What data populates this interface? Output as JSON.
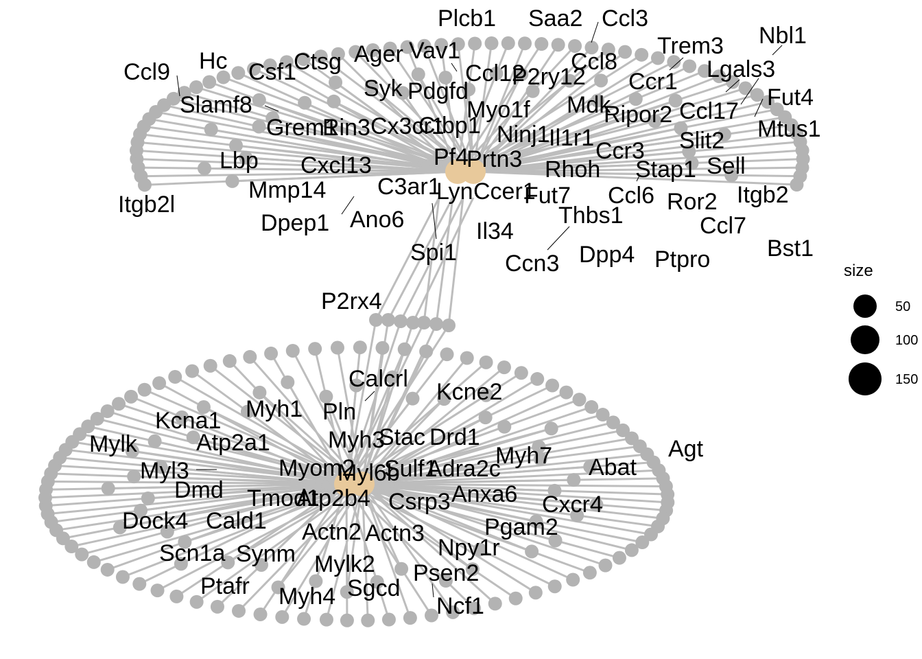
{
  "legend": {
    "title": "size",
    "entries": [
      {
        "label": "50",
        "value": 50
      },
      {
        "label": "100",
        "value": 100
      },
      {
        "label": "150",
        "value": 150
      }
    ]
  },
  "colors": {
    "edge": "#bdbdbd",
    "gene_node": "#b3b3b3",
    "hub_node": "#e8c99b",
    "text": "#000000",
    "background": "#ffffff"
  },
  "clusters": [
    {
      "id": "immune",
      "hub_count": 2,
      "gene_labels": [
        "Plcb1",
        "Saa2",
        "Ccl3",
        "Nbl1",
        "Trem3",
        "Ccl9",
        "Hc",
        "Ctsg",
        "Ager",
        "Vav1",
        "Ccl8",
        "Lgals3",
        "Csf1",
        "Ccl12",
        "P2ry12",
        "Ccr1",
        "Fut4",
        "Syk",
        "Pdgfd",
        "Slamf8",
        "Mdk",
        "Ccl17",
        "Ripor2",
        "Myo1f",
        "Mtus1",
        "Grem1",
        "Rin3",
        "Cx3cr1",
        "Ctbp1",
        "Ninj1",
        "Il1r1",
        "Slit2",
        "Ccr3",
        "Lbp",
        "Cxcl13",
        "Pf4",
        "Prtn3",
        "Rhoh",
        "Stap1",
        "Sell",
        "Mmp14",
        "C3ar1",
        "Lyn",
        "Ccer1",
        "Fut7",
        "Ccl6",
        "Itgb2",
        "Ror2",
        "Itgb2l",
        "Dpep1",
        "Ano6",
        "Thbs1",
        "Ccl7",
        "Il34",
        "Spi1",
        "Dpp4",
        "Ptpro",
        "Bst1",
        "Ccn3"
      ]
    },
    {
      "id": "muscle",
      "hub_count": 2,
      "gene_labels": [
        "P2rx4",
        "Calcrl",
        "Kcne2",
        "Myh1",
        "Pln",
        "Kcna1",
        "Mylk",
        "Atp2a1",
        "Myh3",
        "Stac",
        "Drd1",
        "Myh7",
        "Agt",
        "Myl3",
        "Myom2",
        "Myl6b",
        "Sulf1",
        "Adra2c",
        "Abat",
        "Dmd",
        "Tmod1",
        "Atp2b4",
        "Csrp3",
        "Anxa6",
        "Cxcr4",
        "Dock4",
        "Cald1",
        "Actn2",
        "Actn3",
        "Pgam2",
        "Scn1a",
        "Synm",
        "Npy1r",
        "Mylk2",
        "Psen2",
        "Ptafr",
        "Sgcd",
        "Myh4",
        "Ncf1"
      ]
    }
  ]
}
